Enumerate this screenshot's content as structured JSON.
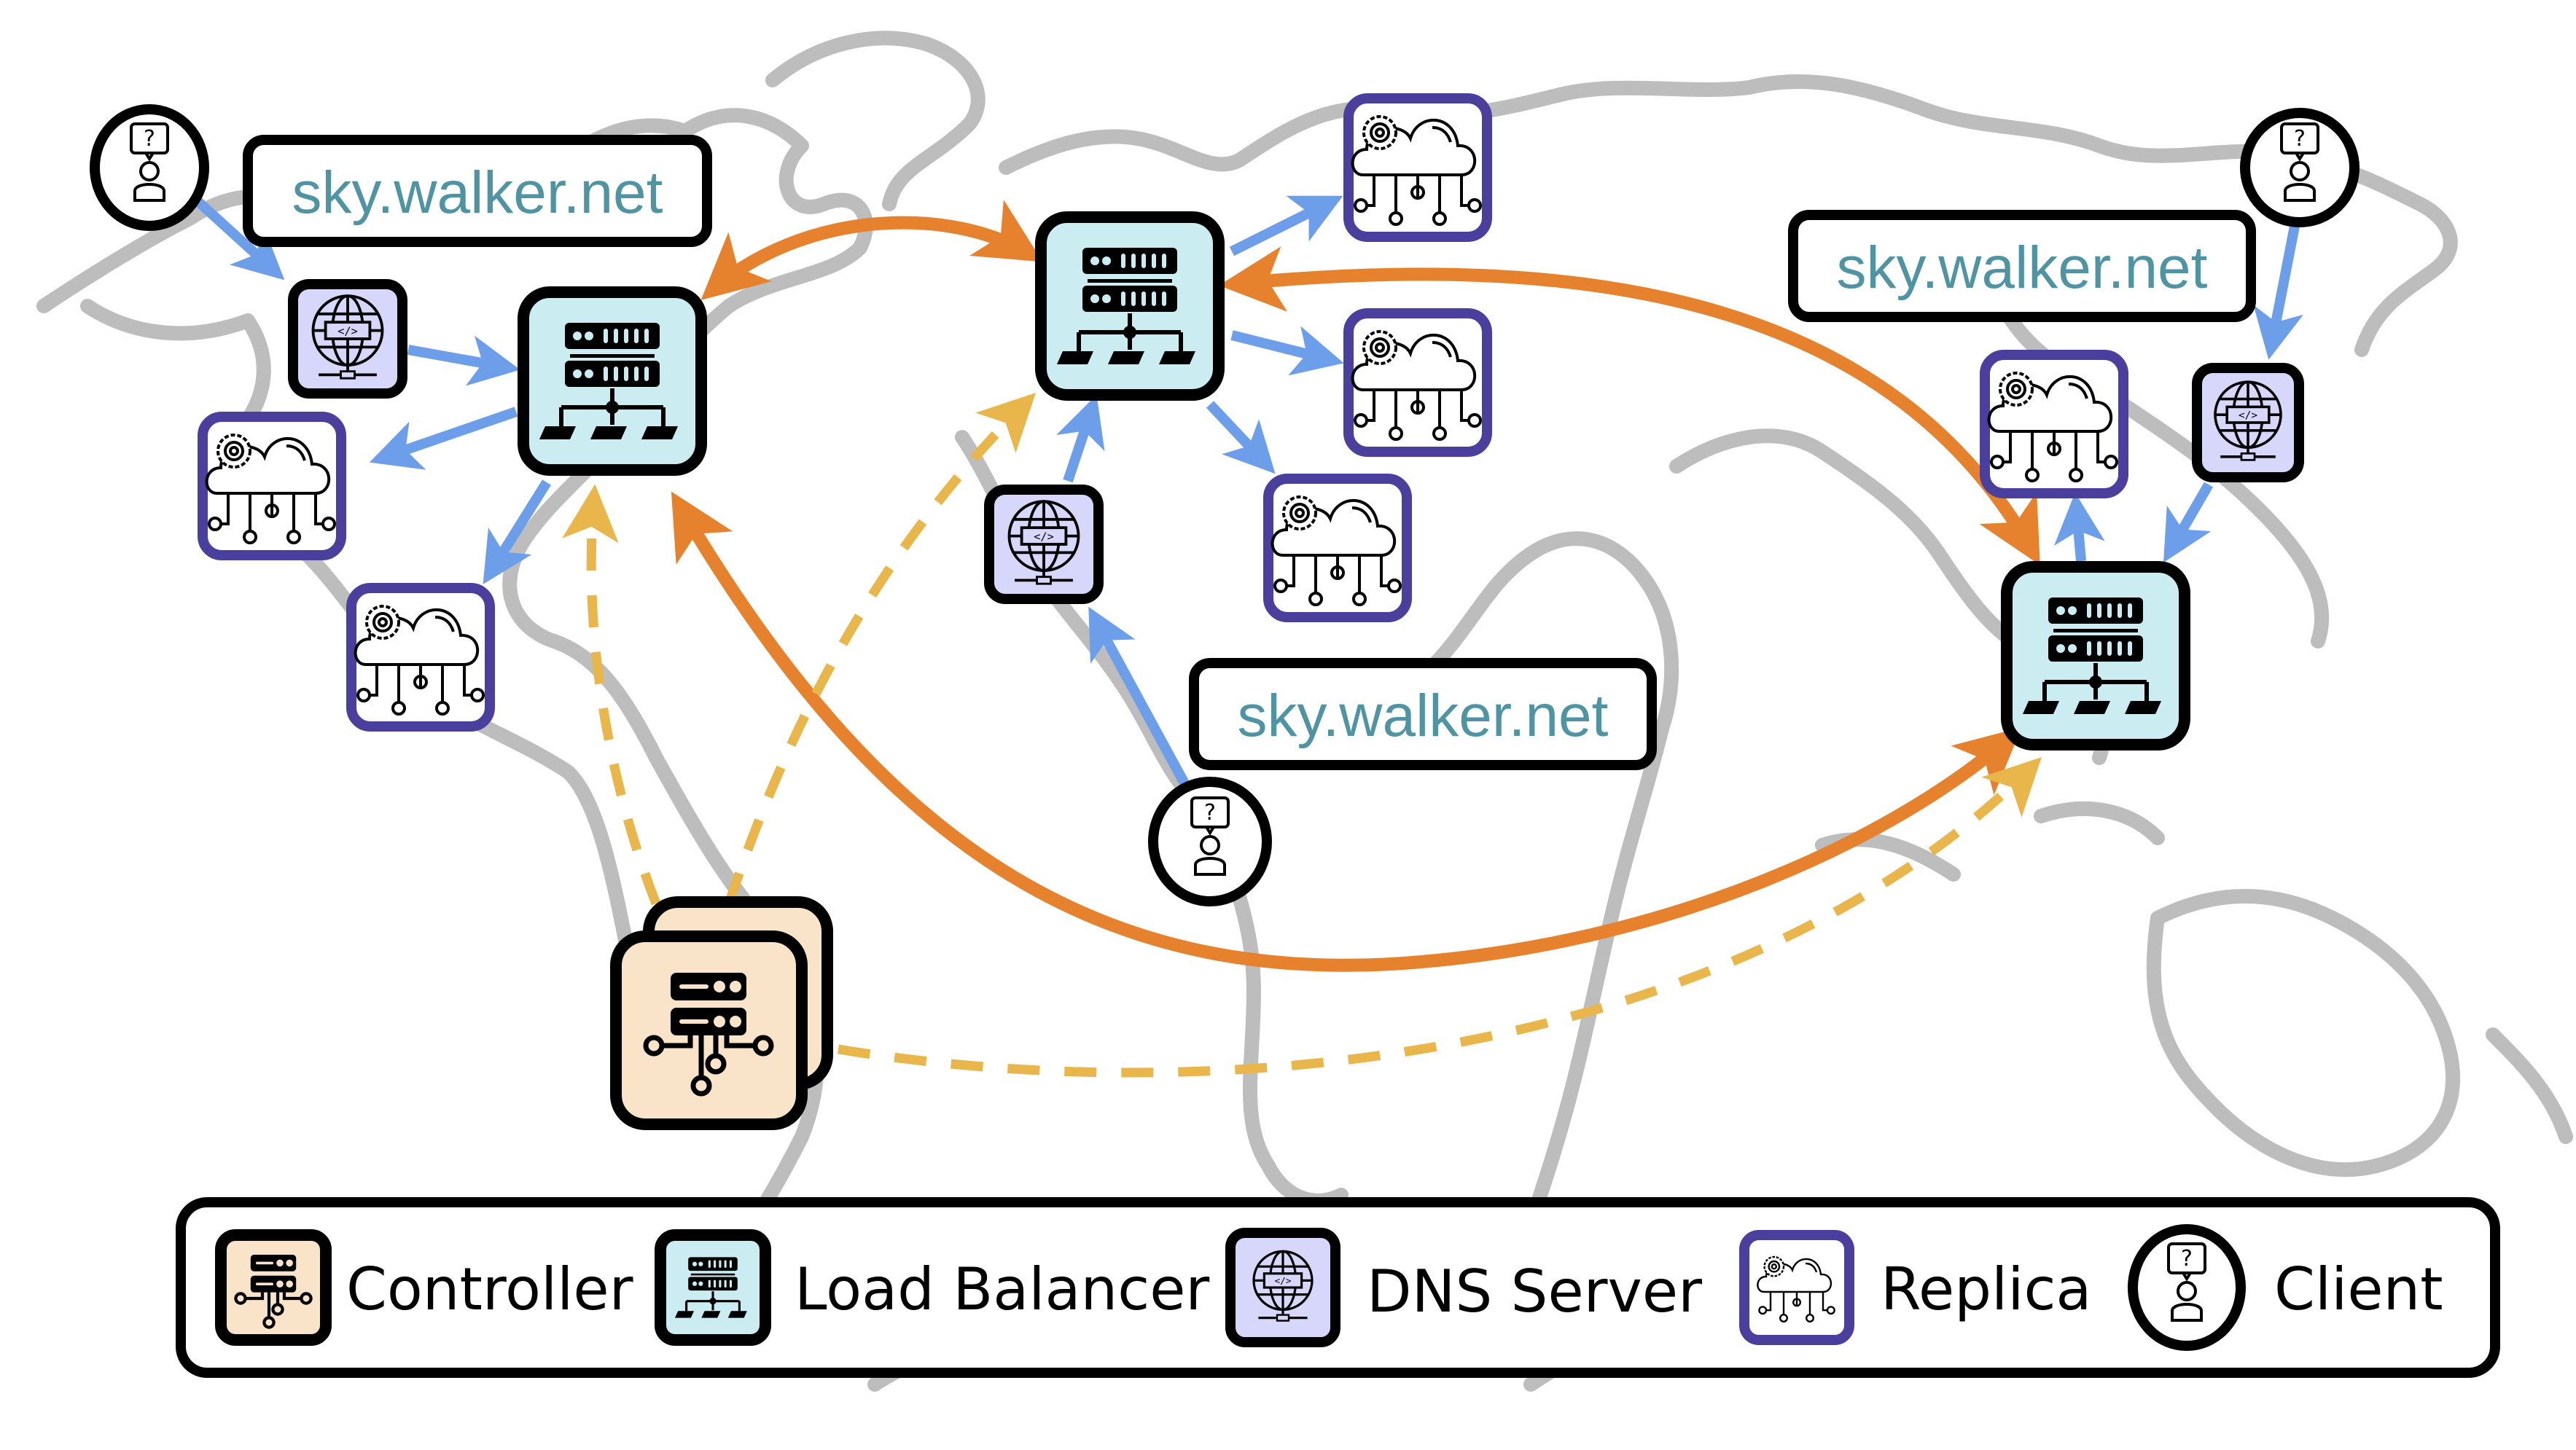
{
  "diagram": {
    "title": "Global load balancing with replicas",
    "region_labels": [
      {
        "id": "label-west",
        "text": "sky.walker.net"
      },
      {
        "id": "label-center",
        "text": "sky.walker.net"
      },
      {
        "id": "label-east",
        "text": "sky.walker.net"
      }
    ],
    "nodes": {
      "controllers": [
        {
          "id": "controller",
          "stacked": 2
        }
      ],
      "load_balancers": [
        {
          "id": "lb-west"
        },
        {
          "id": "lb-center"
        },
        {
          "id": "lb-east"
        }
      ],
      "dns_servers": [
        {
          "id": "dns-west"
        },
        {
          "id": "dns-center"
        },
        {
          "id": "dns-east"
        }
      ],
      "replicas": [
        {
          "id": "replica-west-1",
          "parent": "lb-west"
        },
        {
          "id": "replica-west-2",
          "parent": "lb-west"
        },
        {
          "id": "replica-center-1",
          "parent": "lb-center"
        },
        {
          "id": "replica-center-2",
          "parent": "lb-center"
        },
        {
          "id": "replica-center-3",
          "parent": "lb-center"
        },
        {
          "id": "replica-east-1",
          "parent": "lb-east"
        }
      ],
      "clients": [
        {
          "id": "client-west"
        },
        {
          "id": "client-center"
        },
        {
          "id": "client-east"
        }
      ]
    },
    "edges": {
      "request_flow": [
        [
          "client-west",
          "dns-west"
        ],
        [
          "dns-west",
          "lb-west"
        ],
        [
          "lb-west",
          "replica-west-1"
        ],
        [
          "lb-west",
          "replica-west-2"
        ],
        [
          "client-center",
          "dns-center"
        ],
        [
          "dns-center",
          "lb-center"
        ],
        [
          "lb-center",
          "replica-center-1"
        ],
        [
          "lb-center",
          "replica-center-2"
        ],
        [
          "lb-center",
          "replica-center-3"
        ],
        [
          "client-east",
          "dns-east"
        ],
        [
          "dns-east",
          "lb-east"
        ],
        [
          "lb-east",
          "replica-east-1"
        ]
      ],
      "lb_peering": [
        [
          "lb-west",
          "lb-center"
        ],
        [
          "lb-center",
          "lb-east"
        ],
        [
          "lb-west",
          "lb-east"
        ]
      ],
      "control": [
        [
          "controller",
          "lb-west"
        ],
        [
          "controller",
          "lb-center"
        ],
        [
          "controller",
          "lb-east"
        ]
      ]
    },
    "colors": {
      "request_flow": "#6d9eea",
      "lb_peering": "#e6822e",
      "control": "#e8b64a",
      "label_text": "#4f94a3",
      "controller_fill": "#f9e3c9",
      "lb_fill": "#cbecf0",
      "dns_fill": "#d6d7fa",
      "replica_border": "#4a3f9c",
      "map": "#bdbdbd"
    }
  },
  "legend": {
    "items": [
      {
        "icon": "controller-icon",
        "label": "Controller"
      },
      {
        "icon": "load-balancer-icon",
        "label": "Load Balancer"
      },
      {
        "icon": "dns-server-icon",
        "label": "DNS Server"
      },
      {
        "icon": "replica-icon",
        "label": "Replica"
      },
      {
        "icon": "client-icon",
        "label": "Client"
      }
    ]
  }
}
